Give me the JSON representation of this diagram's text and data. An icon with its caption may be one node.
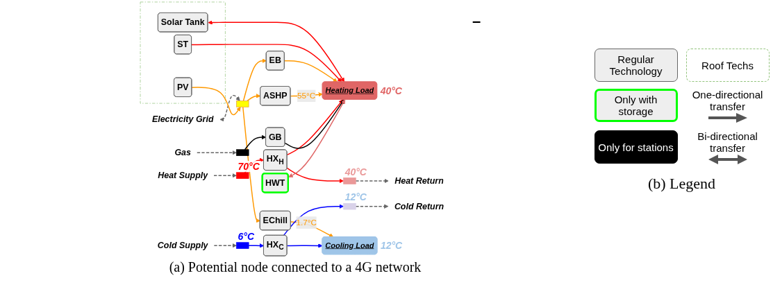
{
  "diagram": {
    "caption": "(a) Potential node connected to a 4G network",
    "nodes": [
      {
        "text": [
          "Electricity Grid"
        ]
      },
      {
        "text": [],
        "shape": "bar"
      },
      {
        "text": [],
        "shape": "box"
      },
      {
        "text": [
          "PV"
        ],
        "in": 2
      },
      {
        "text": [
          "Solar Tank"
        ],
        "in": 2
      },
      {
        "text": [
          "ST"
        ],
        "in": 2
      },
      {
        "text": [
          "EB"
        ]
      },
      {
        "text": [
          "ASHP"
        ]
      },
      {
        "text": [
          "Heat Supply"
        ]
      },
      {
        "text": [],
        "shape": "bar",
        "beside": [
          "70°C"
        ]
      },
      {
        "text": [
          "HX$_{H}$"
        ]
      },
      {
        "text": [
          "Heating Load"
        ],
        "beside": [
          "40°C"
        ]
      },
      {
        "text": [
          "Heat Return"
        ]
      },
      {
        "text": [],
        "shape": "bar",
        "beside": [
          "40°C"
        ]
      },
      {
        "text": [
          "GB"
        ]
      },
      {
        "text": [
          "HWT"
        ]
      },
      {
        "text": [
          "EChill"
        ]
      },
      {
        "text": [
          "Cold Return"
        ]
      },
      {
        "text": [],
        "shape": "bar",
        "beside": [
          "12°C"
        ]
      },
      {
        "text": [
          "Cold Supply"
        ]
      },
      {
        "text": [],
        "shape": "bar",
        "beside": [
          "6°C"
        ]
      },
      {
        "text": [
          "HX$_{C}$"
        ]
      },
      {
        "text": [
          "Cooling Load"
        ],
        "beside": [
          "12°C"
        ]
      },
      {
        "text": [
          "Gas"
        ]
      },
      {
        "text": [],
        "shape": "bar"
      }
    ],
    "edges": [
      {
        "from": 0,
        "to": 1,
        "arrow": "both",
        "style": "dashed",
        "color": "#666666"
      },
      {
        "from": 3,
        "to": 1,
        "arrow": "to"
      },
      {
        "from": 1,
        "to": 6,
        "arrow": "to"
      },
      {
        "from": 1,
        "to": 7,
        "arrow": "to"
      },
      {
        "from": 1,
        "to": 16,
        "arrow": "to"
      },
      {
        "from": 4,
        "to": 11,
        "arrow": "both",
        "color": "#ff0000"
      },
      {
        "from": 5,
        "to": 11,
        "arrow": "to",
        "color": "#ff0000"
      },
      {
        "from": 6,
        "to": 11,
        "arrow": "to"
      },
      {
        "from": 7,
        "to": 11,
        "arrow": "to",
        "label": "55°C"
      },
      {
        "from": 8,
        "to": 9,
        "arrow": "to",
        "style": "dashed",
        "color": "#666666"
      },
      {
        "from": 9,
        "to": 10,
        "arrow": "to",
        "color": "#ff0000"
      },
      {
        "from": 10,
        "to": 11,
        "arrow": "to",
        "color": "#ff0000"
      },
      {
        "from": 10,
        "to": 13,
        "arrow": "to",
        "color": "#ff0000"
      },
      {
        "from": 13,
        "to": 12,
        "arrow": "to",
        "style": "dashed",
        "color": "#666666"
      },
      {
        "from": 14,
        "to": 11,
        "arrow": "to",
        "color": "#000000"
      },
      {
        "from": 15,
        "to": 11,
        "arrow": "both",
        "color": "#e06666"
      },
      {
        "from": 16,
        "to": 22,
        "arrow": "to",
        "label": "1.7°C"
      },
      {
        "from": 18,
        "to": 17,
        "arrow": "to",
        "style": "dashed",
        "color": "#666666"
      },
      {
        "from": 19,
        "to": 20,
        "arrow": "to",
        "style": "dashed",
        "color": "#666666"
      },
      {
        "from": 20,
        "to": 21,
        "arrow": "to",
        "color": "#0000ff"
      },
      {
        "from": 21,
        "to": 22,
        "arrow": "to",
        "color": "#0000ff"
      },
      {
        "from": 21,
        "to": 18,
        "arrow": "to",
        "color": "#0000ff"
      },
      {
        "from": 23,
        "to": 24,
        "arrow": "to",
        "style": "dashed",
        "color": "#666666"
      },
      {
        "from": 24,
        "to": 14,
        "arrow": "to",
        "color": "#000000"
      }
    ],
    "labels": [
      "–",
      "(b) Legend"
    ],
    "legend": [
      {
        "text": "Regular Technology"
      },
      {
        "text": "Roof Techs"
      },
      {
        "text": "Only with storage"
      },
      {
        "text": "One-directional transfer"
      },
      {
        "text": "Only for stations"
      },
      {
        "text": "Bi-directional transfer"
      }
    ]
  }
}
